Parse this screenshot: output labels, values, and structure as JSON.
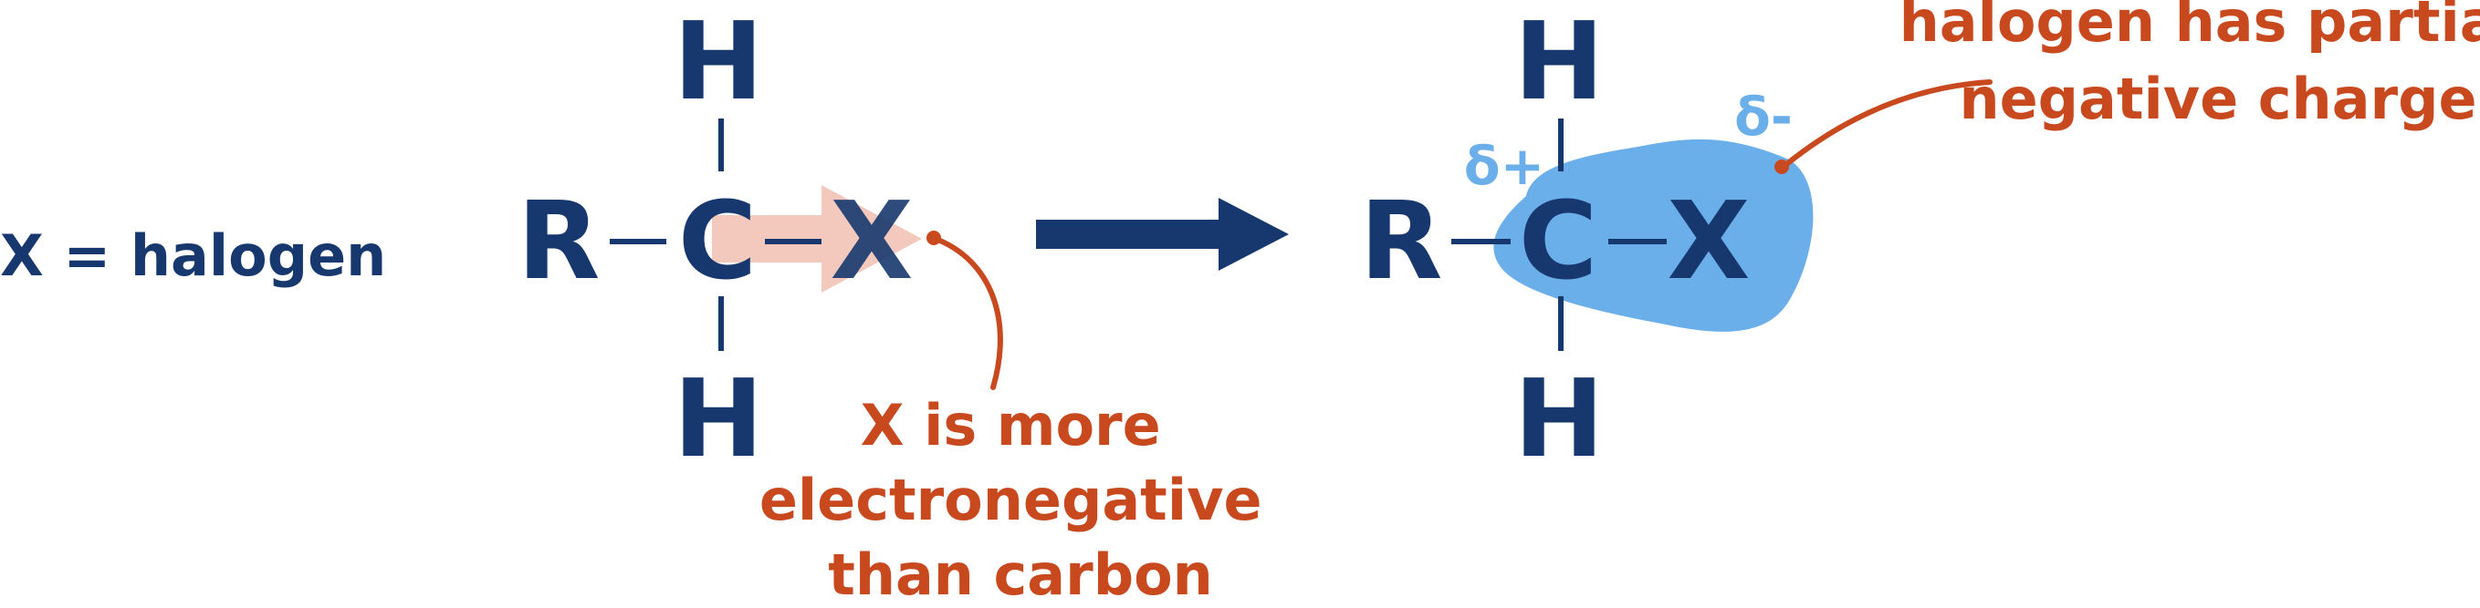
{
  "colors": {
    "navy": "#16386e",
    "orange": "#c9491f",
    "pink": "#f3c9bd",
    "blue_cloud": "#6aaeea",
    "delta_blue": "#6aaeea"
  },
  "definition": "X = halogen",
  "left_molecule": {
    "r": "R",
    "c": "C",
    "x": "X",
    "h_top": "H",
    "h_bottom": "H"
  },
  "right_molecule": {
    "r": "R",
    "c": "C",
    "x": "X",
    "h_top": "H",
    "h_bottom": "H",
    "delta_plus": "δ+",
    "delta_minus": "δ-"
  },
  "annotation_electronegative": [
    "X is more",
    "electronegative",
    "than carbon"
  ],
  "annotation_partial_charge": [
    "halogen has partial",
    "negative charge"
  ]
}
